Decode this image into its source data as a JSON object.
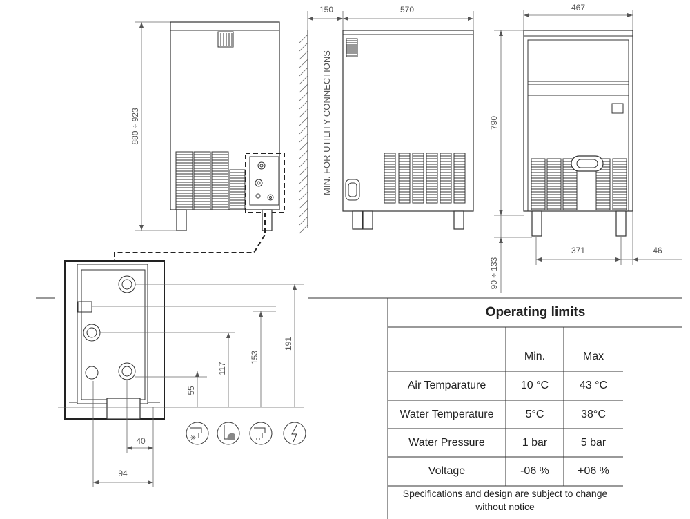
{
  "dimensions": {
    "d150": "150",
    "d570": "570",
    "d467": "467",
    "height_range": "880 ÷ 923",
    "d790": "790",
    "d371": "371",
    "d46": "46",
    "feet_range": "90 ÷ 133",
    "d191": "191",
    "d153": "153",
    "d117": "117",
    "d55": "55",
    "d40": "40",
    "d94": "94"
  },
  "wall_label": "MIN. FOR UTILITY CONNECTIONS",
  "connection_icons": [
    "cold-water-inlet-icon",
    "drain-icon",
    "water-tap-icon",
    "power-supply-icon"
  ],
  "operating_limits": {
    "title": "Operating limits",
    "columns": [
      "",
      "Min.",
      "Max"
    ],
    "rows": [
      {
        "label": "Air Temparature",
        "min": "10 °C",
        "max": "43 °C"
      },
      {
        "label": "Water Temperature",
        "min": "5°C",
        "max": "38°C"
      },
      {
        "label": "Water Pressure",
        "min": "1 bar",
        "max": "5 bar"
      },
      {
        "label": "Voltage",
        "min": "-06 %",
        "max": "+06 %"
      }
    ],
    "note_line1": "Specifications and design are subject to change",
    "note_line2": "without notice"
  }
}
